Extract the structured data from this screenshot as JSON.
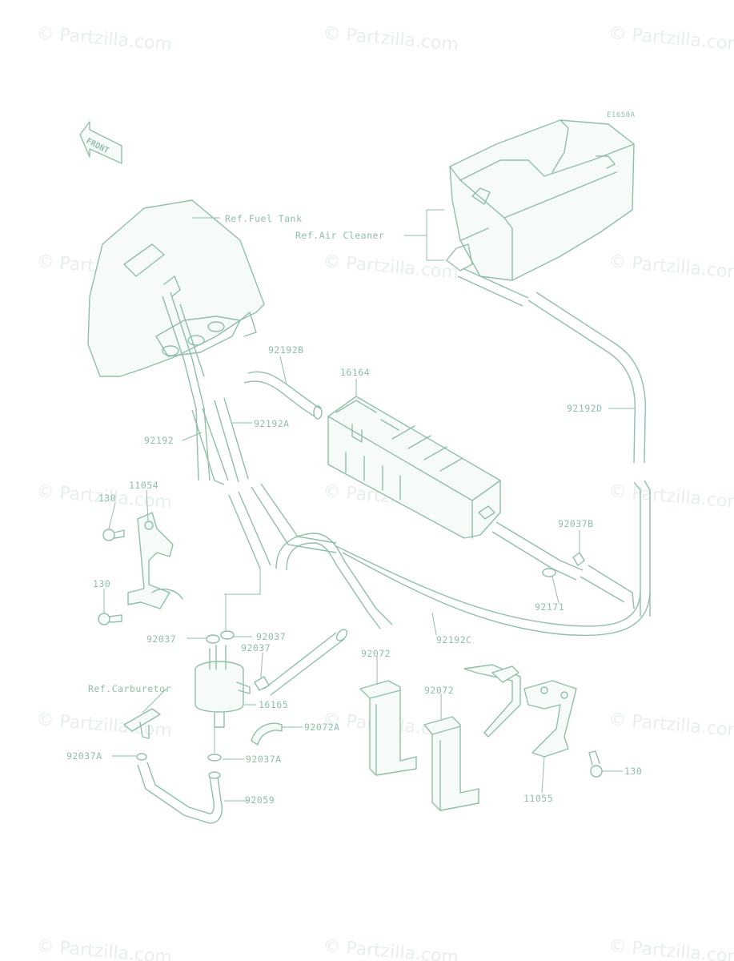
{
  "diagram": {
    "ref_code": "E1650A",
    "front_arrow": "FRONT",
    "watermark": "© Partzilla.com",
    "references": {
      "fuel_tank": "Ref.Fuel Tank",
      "air_cleaner": "Ref.Air Cleaner",
      "carburetor": "Ref.Carburetor"
    },
    "parts": {
      "p92192B": "92192B",
      "p16164": "16164",
      "p92192D": "92192D",
      "p92192A": "92192A",
      "p92192": "92192",
      "p11054": "11054",
      "p130_top": "130",
      "p130_mid": "130",
      "p92037B": "92037B",
      "p92171": "92171",
      "p92192C": "92192C",
      "p92037_left": "92037",
      "p92037_right": "92037",
      "p92037_lower": "92037",
      "p92072_a": "92072",
      "p92072_b": "92072",
      "p16165": "16165",
      "p92072A": "92072A",
      "p92037A_left": "92037A",
      "p92037A_right": "92037A",
      "p92059": "92059",
      "p130_right": "130",
      "p11055": "11055"
    }
  }
}
